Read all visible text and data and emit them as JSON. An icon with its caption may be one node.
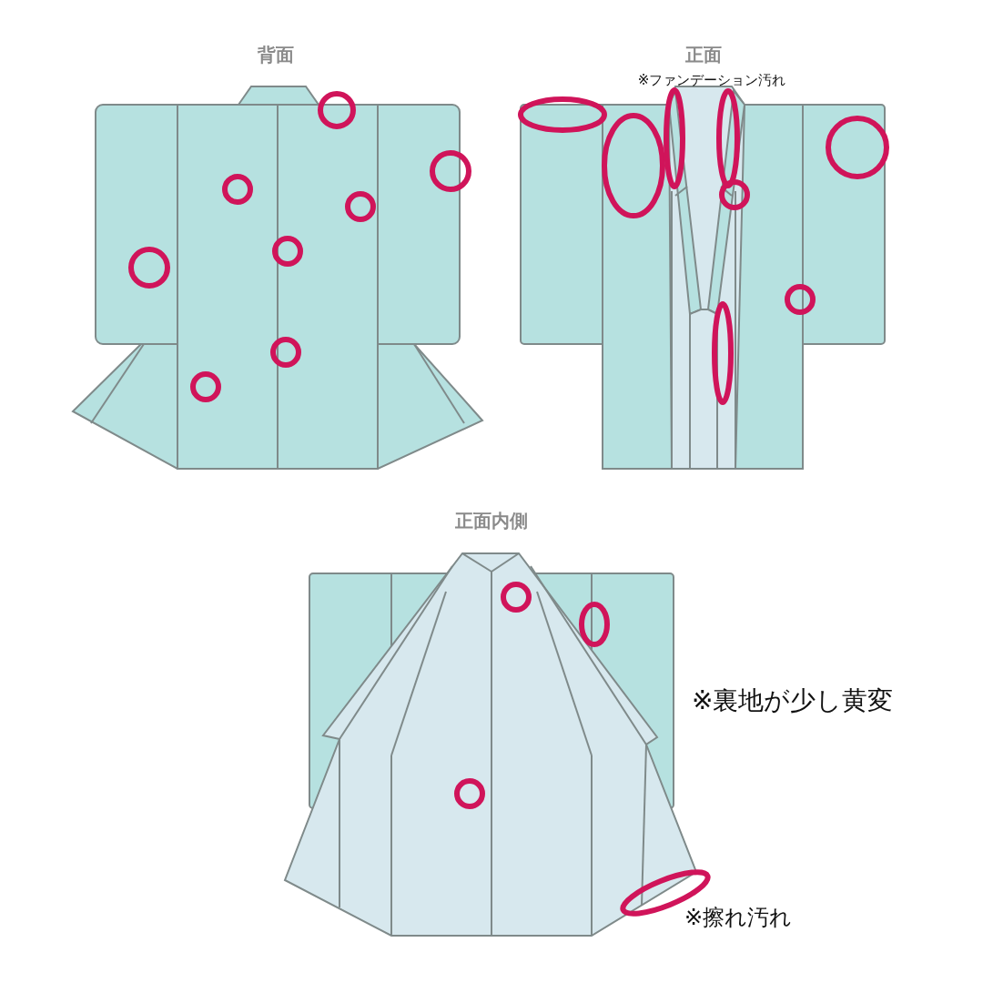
{
  "diagram": {
    "labels": [
      "背面",
      "正面",
      "※ファンデーション汚れ",
      "正面内側",
      "※裏地が少し黄変",
      "※擦れ汚れ"
    ]
  }
}
